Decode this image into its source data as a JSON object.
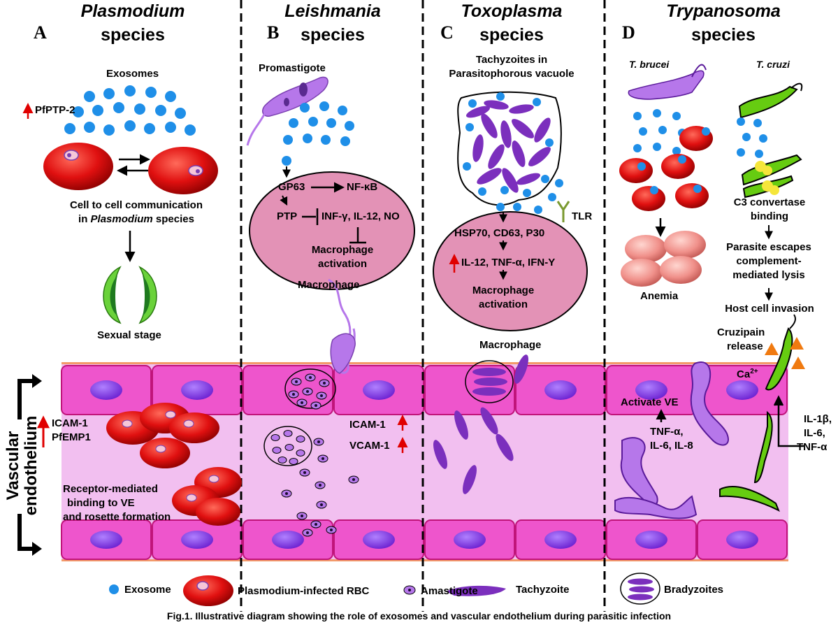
{
  "columns": [
    {
      "letter": "A",
      "genus": "Plasmodium",
      "suffix": "species"
    },
    {
      "letter": "B",
      "genus": "Leishmania",
      "suffix": "species"
    },
    {
      "letter": "C",
      "genus": "Toxoplasma",
      "suffix": "species"
    },
    {
      "letter": "D",
      "genus": "Trypanosoma",
      "suffix": "species"
    }
  ],
  "plasmodium": {
    "exosomes_label": "Exosomes",
    "upregulated": "PfPTP-2",
    "communication_line1": "Cell to cell communication",
    "communication_line2_prefix": "in ",
    "communication_line2_italic": "Plasmodium",
    "communication_line2_suffix": " species",
    "sexual_stage": "Sexual stage",
    "vessel_markers": [
      "ICAM-1",
      "PfEMP1"
    ],
    "binding_text": [
      "Receptor-mediated",
      "binding to VE",
      "and rosette formation"
    ]
  },
  "leishmania": {
    "promastigote": "Promastigote",
    "gp63": "GP63",
    "nfkb": "NF-κB",
    "ptp": "PTP",
    "cytokines": "INF-γ, IL-12, NO",
    "activation_line1": "Macrophage",
    "activation_line2": "activation",
    "macrophage": "Macrophage",
    "vessel_markers": [
      "ICAM-1",
      "VCAM-1"
    ]
  },
  "toxoplasma": {
    "tachy_line1": "Tachyzoites in",
    "tachy_line2": "Parasitophorous vacuole",
    "tlr": "TLR",
    "proteins": "HSP70, CD63,  P30",
    "cytokines": "IL-12, TNF-α, IFN-Y",
    "activation_line1": "Macrophage",
    "activation_line2": "activation",
    "macrophage": "Macrophage"
  },
  "trypanosoma": {
    "brucei": "T. brucei",
    "cruzi": "T. cruzi",
    "anemia": "Anemia",
    "c3_line1": "C3 convertase",
    "c3_line2": "binding",
    "escape_line1": "Parasite escapes",
    "escape_line2": "complement-",
    "escape_line3": "mediated lysis",
    "invasion": "Host cell invasion",
    "cruzipain_line1": "Cruzipain",
    "cruzipain_line2": "release",
    "calcium": "Ca",
    "calcium_sup": "2+",
    "activate_ve": "Activate VE",
    "cytokines_left": [
      "TNF-α,",
      "IL-6, IL-8"
    ],
    "cytokines_right": [
      "IL-1β,",
      "IL-6,",
      "TNF-α"
    ]
  },
  "vessel_label": [
    "Vascular",
    "endothelium"
  ],
  "legend": {
    "exosome": "Exosome",
    "rbc": "Plasmodium-infected RBC",
    "amastigote": "Amastigote",
    "tachyzoite": "Tachyzoite",
    "bradyzoites": "Bradyzoites"
  },
  "caption": "Fig.1. Illustrative diagram showing the role of exosomes and vascular endothelium during parasitic infection",
  "colors": {
    "exosome": "#1f8fe8",
    "rbc": "#e01010",
    "endothelium_cell": "#ee55cc",
    "vessel_lumen": "#f2bff0",
    "macrophage": "#e392b6",
    "parasite_purple": "#7b2fbd",
    "cruzi_green": "#66cc11",
    "upregulation_arrow": "#e00000",
    "calcium_triangle": "#f07a10"
  }
}
